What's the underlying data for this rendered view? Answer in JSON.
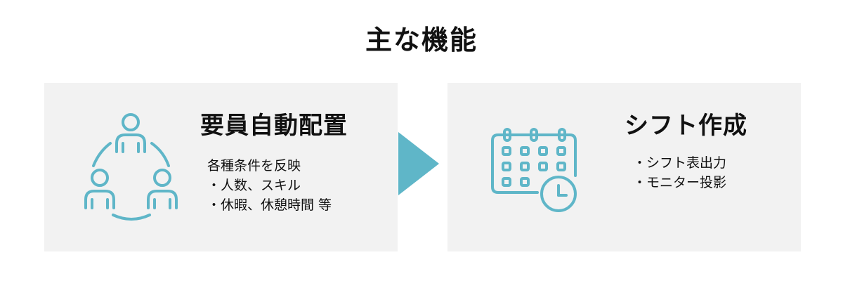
{
  "title": "主な機能",
  "accent_color": "#5fb6c8",
  "card_background": "#f2f2f2",
  "cards": [
    {
      "icon": "team-people-icon",
      "title": "要員自動配置",
      "lines": [
        "各種条件を反映",
        "・人数、スキル",
        "・休暇、休憩時間 等"
      ]
    },
    {
      "icon": "calendar-clock-icon",
      "title": "シフト作成",
      "lines": [
        "・シフト表出力",
        "・モニター投影"
      ]
    }
  ],
  "arrow_icon": "arrow-right-icon"
}
